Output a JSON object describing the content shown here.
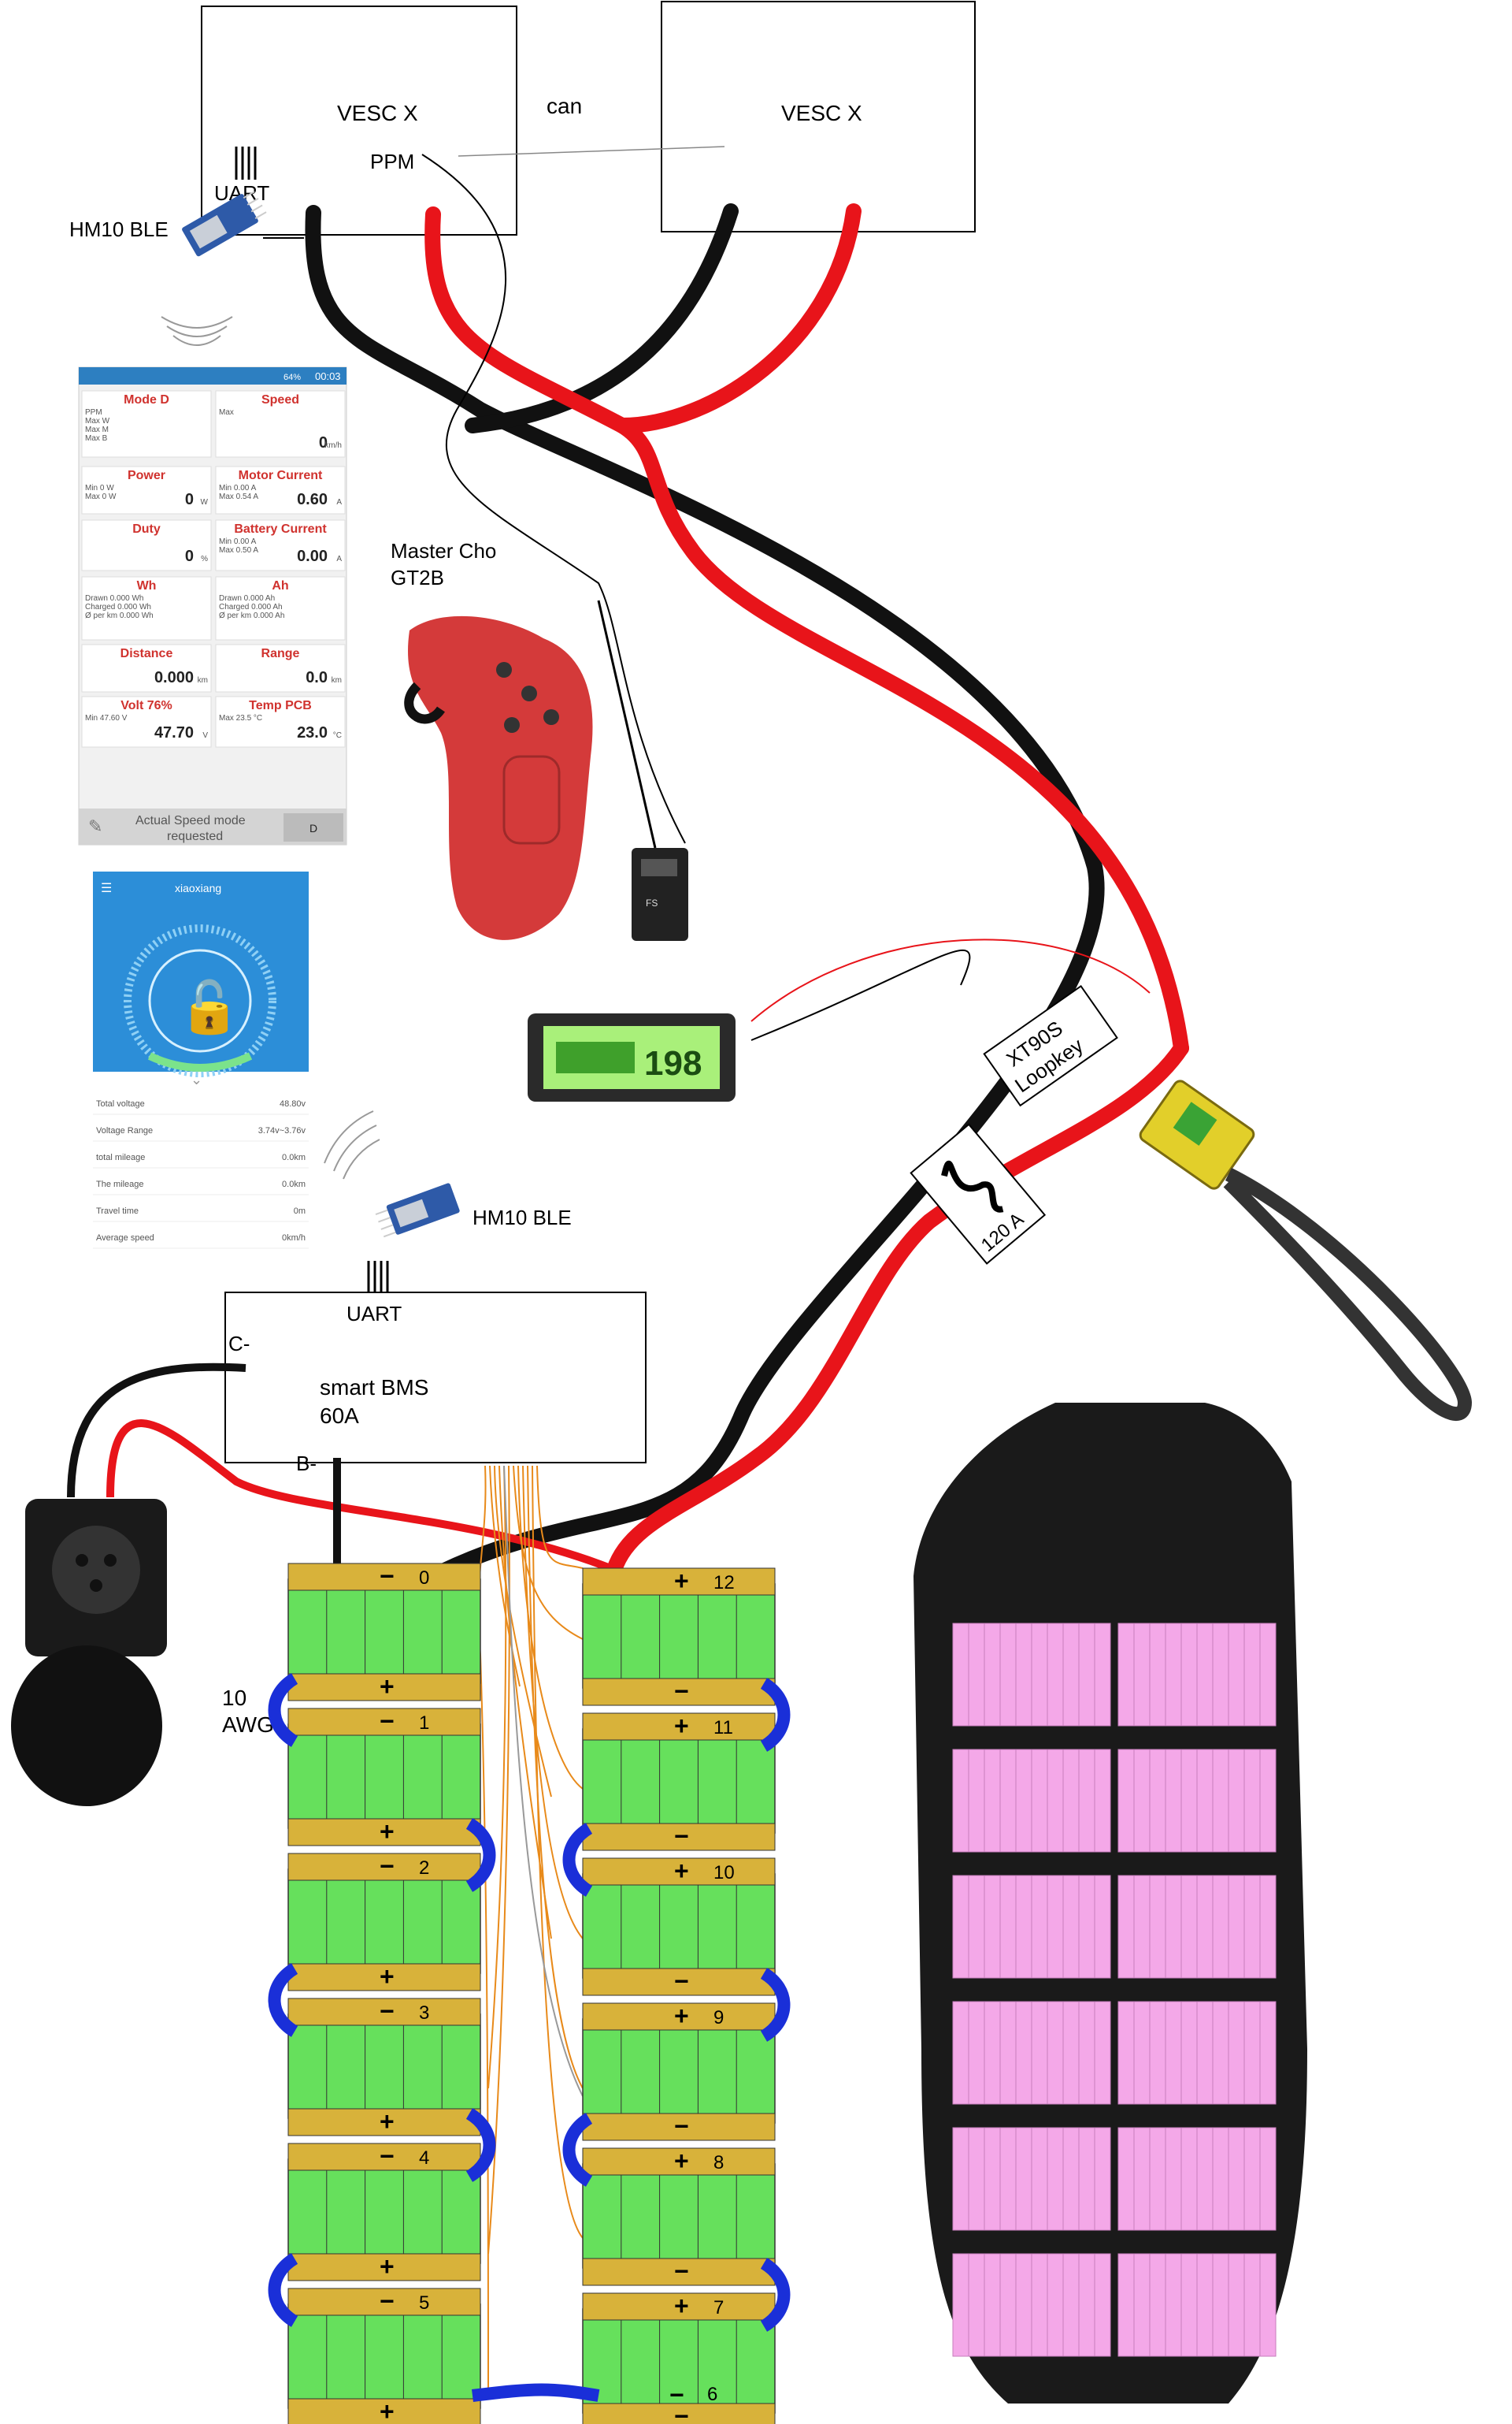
{
  "labels": {
    "vesc_left": "VESC X",
    "vesc_right": "VESC X",
    "can": "can",
    "ppm": "PPM",
    "uart_top": "UART",
    "hm10_top": "HM10 BLE",
    "hm10_bottom": "HM10 BLE",
    "uart_bottom": "UART",
    "master_cho_line1": "Master Cho",
    "master_cho_line2": "GT2B",
    "bms_line1": "smart BMS",
    "bms_line2": "60A",
    "c_minus": "C-",
    "b_minus": "B-",
    "awg_line1": "10",
    "awg_line2": "AWG",
    "xt90_line1": "XT90S",
    "xt90_line2": "Loopkey",
    "fuse": "120 A",
    "voltmeter_display": "198"
  },
  "vesc_app": {
    "status_time": "00:03",
    "status_battery": "64%",
    "cards": [
      {
        "title": "Mode D",
        "value": "",
        "unit": "",
        "rows": [
          "PPM",
          "Max W",
          "Max M",
          "Max B"
        ]
      },
      {
        "title": "Speed",
        "value": "0",
        "unit": "km/h",
        "rows": [
          "Max"
        ]
      },
      {
        "title": "Power",
        "value": "0",
        "unit": "W",
        "rows": [
          "Min 0 W",
          "Max 0 W"
        ]
      },
      {
        "title": "Motor Current",
        "value": "0.60",
        "unit": "A",
        "rows": [
          "Min 0.00 A",
          "Max 0.54 A"
        ]
      },
      {
        "title": "Duty",
        "value": "0",
        "unit": "%",
        "rows": []
      },
      {
        "title": "Battery Current",
        "value": "0.00",
        "unit": "A",
        "rows": [
          "Min 0.00 A",
          "Max 0.50 A"
        ]
      },
      {
        "title": "Wh",
        "value": "",
        "unit": "",
        "rows": [
          "Drawn 0.000 Wh",
          "Charged 0.000 Wh",
          "Ø per km 0.000 Wh"
        ]
      },
      {
        "title": "Ah",
        "value": "",
        "unit": "",
        "rows": [
          "Drawn 0.000 Ah",
          "Charged 0.000 Ah",
          "Ø per km 0.000 Ah"
        ]
      },
      {
        "title": "Distance",
        "value": "0.000",
        "unit": "km",
        "rows": []
      },
      {
        "title": "Range",
        "value": "0.0",
        "unit": "km",
        "rows": []
      },
      {
        "title": "Volt 76%",
        "value": "47.70",
        "unit": "V",
        "rows": [
          "Min 47.60 V"
        ]
      },
      {
        "title": "Temp PCB",
        "value": "23.0",
        "unit": "°C",
        "rows": [
          "Max 23.5 °C"
        ]
      }
    ],
    "footer_text_line1": "Actual Speed mode",
    "footer_text_line2": "requested",
    "footer_button": "D"
  },
  "bms_app": {
    "title": "xiaoxiang",
    "rows": [
      {
        "label": "Total voltage",
        "value": "48.80v"
      },
      {
        "label": "Voltage Range",
        "value": "3.74v~3.76v"
      },
      {
        "label": "total mileage",
        "value": "0.0km"
      },
      {
        "label": "The mileage",
        "value": "0.0km"
      },
      {
        "label": "Travel time",
        "value": "0m"
      },
      {
        "label": "Average speed",
        "value": "0km/h"
      }
    ]
  },
  "cell_groups": {
    "left": [
      {
        "num": "0",
        "top_sign": "−",
        "bottom_sign": "+"
      },
      {
        "num": "1",
        "top_sign": "−",
        "bottom_sign": "+"
      },
      {
        "num": "2",
        "top_sign": "−",
        "bottom_sign": "+"
      },
      {
        "num": "3",
        "top_sign": "−",
        "bottom_sign": "+"
      },
      {
        "num": "4",
        "top_sign": "−",
        "bottom_sign": "+"
      },
      {
        "num": "5",
        "top_sign": "−",
        "bottom_sign": "+"
      }
    ],
    "right": [
      {
        "num": "12",
        "top_sign": "+",
        "bottom_sign": "−"
      },
      {
        "num": "11",
        "top_sign": "+",
        "bottom_sign": "−"
      },
      {
        "num": "10",
        "top_sign": "+",
        "bottom_sign": "−"
      },
      {
        "num": "9",
        "top_sign": "+",
        "bottom_sign": "−"
      },
      {
        "num": "8",
        "top_sign": "+",
        "bottom_sign": "−"
      },
      {
        "num": "7",
        "top_sign": "+",
        "bottom_sign": "−"
      }
    ],
    "right_bottom_label": "6"
  },
  "colors": {
    "wire_red": "#e8141a",
    "wire_black": "#111111",
    "cell_green": "#66e05c",
    "busbar_gold": "#d8b23a",
    "link_blue": "#1a2fd8",
    "balance_orange": "#e88a1a",
    "battery_pink": "#f4a8e8",
    "enclosure": "#1a1a1a",
    "app_red": "#d0322e"
  }
}
